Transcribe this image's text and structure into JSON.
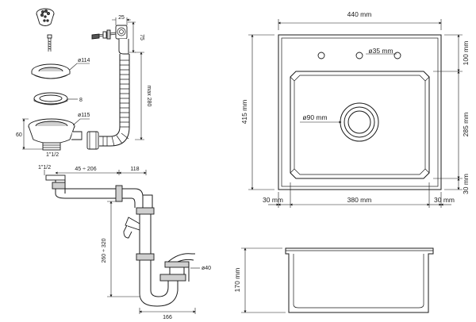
{
  "labels": {
    "w_440": "440 mm",
    "d_415": "415 mm",
    "h_35": "ø35 mm",
    "d_100": "100 mm",
    "drain_90": "ø90 mm",
    "bowl_285": "285 mm",
    "r_30": "30 mm",
    "left_30": "30 mm",
    "mid_380": "380 mm",
    "right_30": "30 mm",
    "h_170": "170 mm",
    "k_25": "25",
    "k_75": "75",
    "k_114": "ø114",
    "k_8": "8",
    "k_280": "max 280",
    "k_115": "ø115",
    "k_60": "60",
    "k_112a": "1\"1/2",
    "k_112b": "1\"1/2",
    "k_45_206": "45 ÷ 206",
    "k_118": "118",
    "k_260_320": "260 ÷ 320",
    "k_40": "ø40",
    "k_166": "166"
  }
}
